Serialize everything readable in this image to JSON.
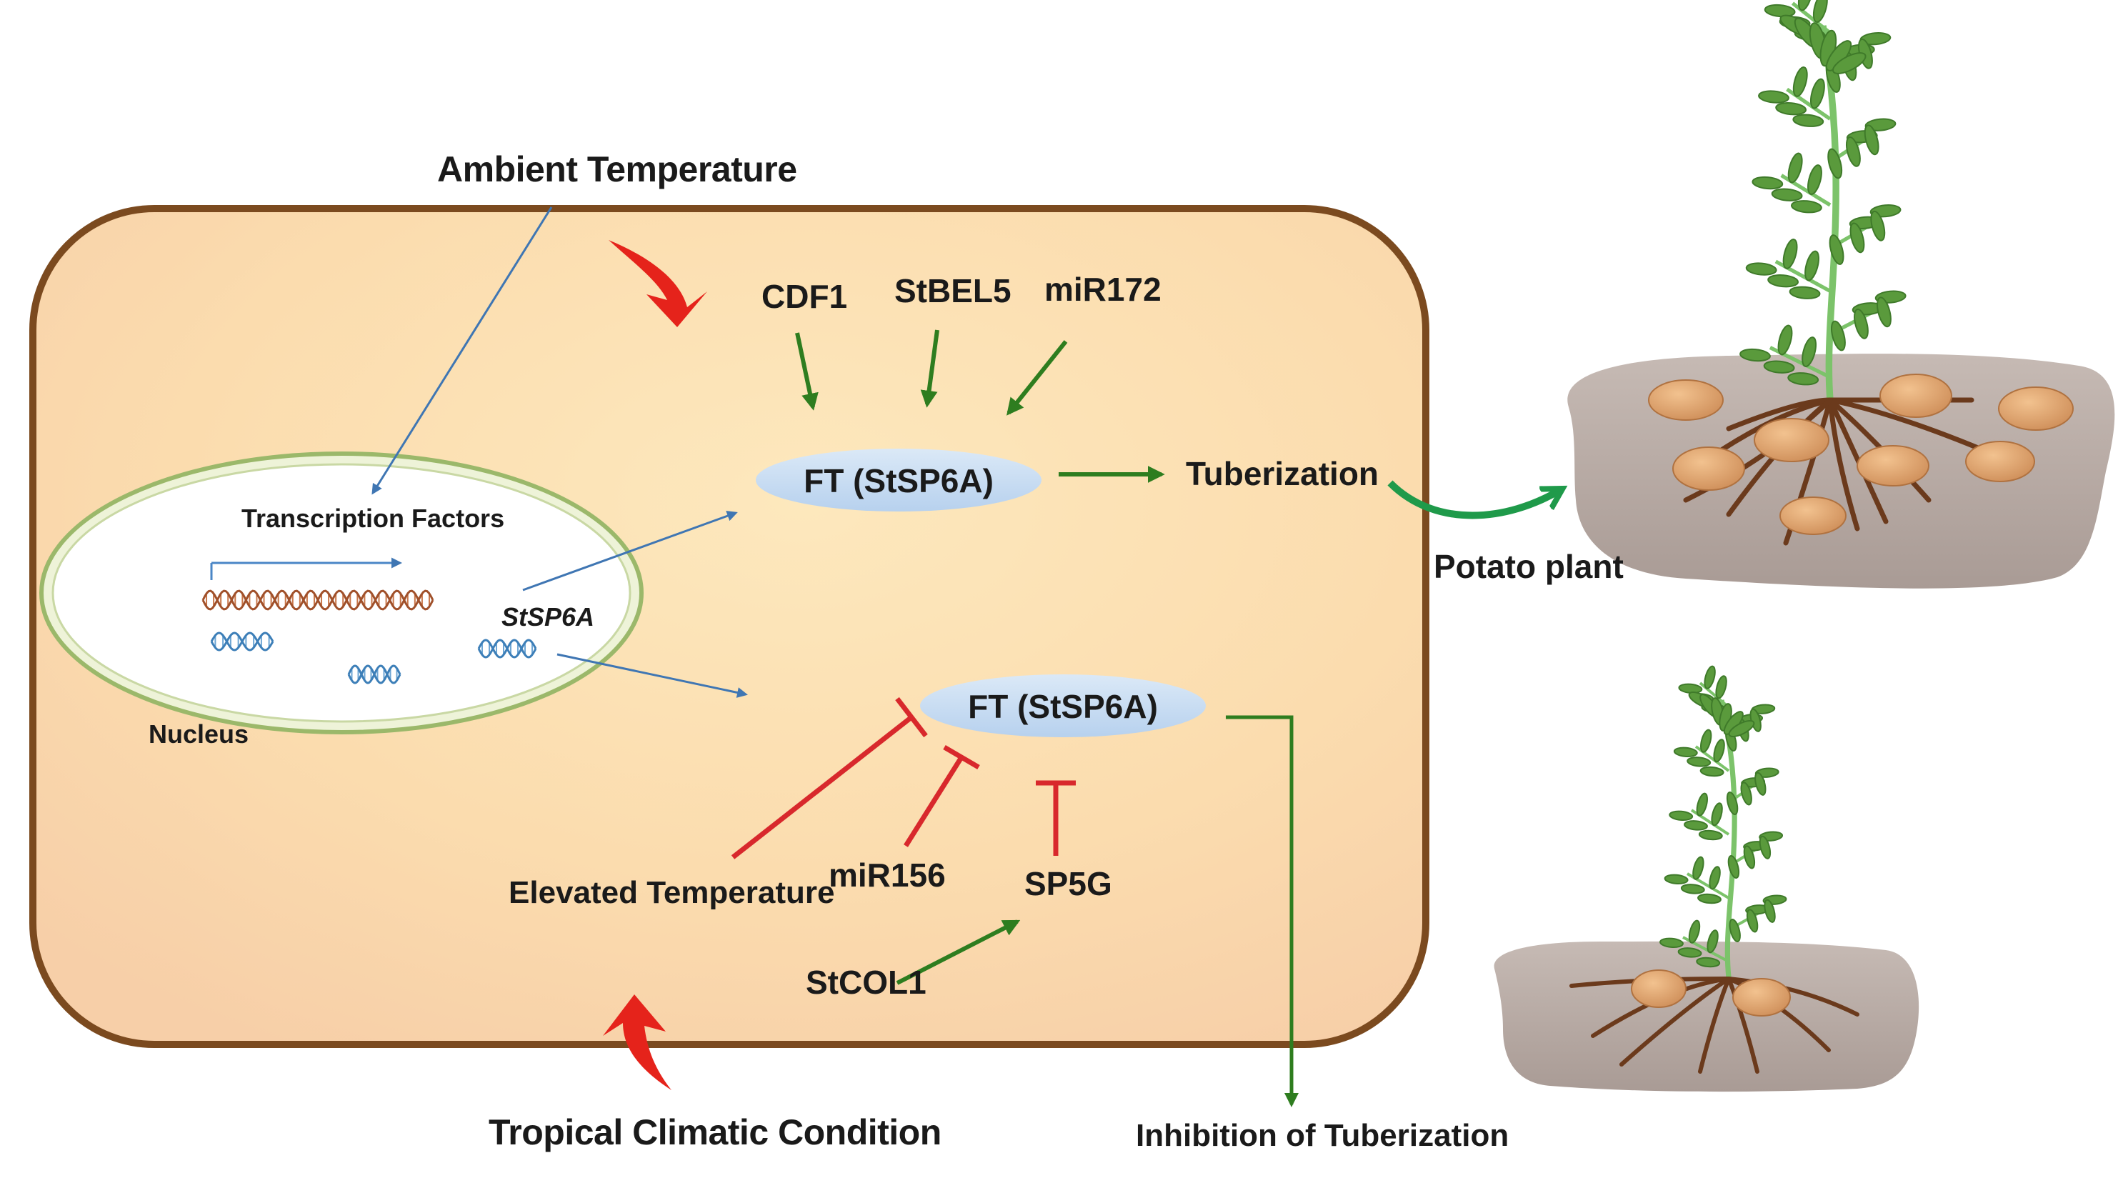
{
  "diagram": {
    "outer_labels": {
      "ambient": "Ambient Temperature",
      "tropical": "Tropical Climatic Condition"
    },
    "nucleus": {
      "label": "Nucleus",
      "transcription_factors": "Transcription Factors",
      "gene": "StSP6A"
    },
    "promoting": {
      "regulators": [
        "CDF1",
        "StBEL5",
        "miR172"
      ],
      "ft_node": "FT (StSP6A)",
      "outcome": "Tuberization",
      "plant_label": "Potato plant"
    },
    "repressing": {
      "ft_node": "FT (StSP6A)",
      "regulators": [
        "Elevated Temperature",
        "miR156",
        "SP5G"
      ],
      "sp5g_activator": "StCOL1",
      "outcome": "Inhibition of Tuberization"
    },
    "colors": {
      "cell_border": "#7b4a1f",
      "cell_fill": "#fbe3b6",
      "promote_arrow": "#2e7d1f",
      "inhibit_bar": "#d8282c",
      "signal_arrow": "#3f76b3",
      "temperature_arrow": "#e5231b",
      "ft_ellipse": "#c6dcf2",
      "soil": "#b9aca6",
      "tuber": "#e0a875",
      "leaf": "#5a9a3c"
    }
  }
}
